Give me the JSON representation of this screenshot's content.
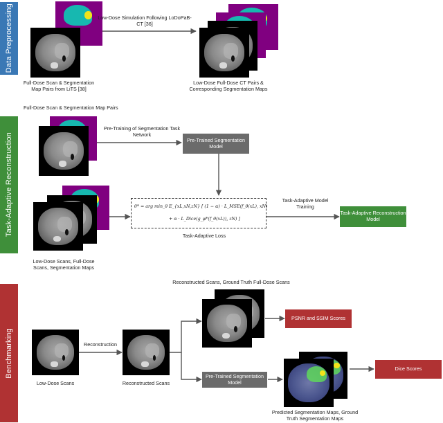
{
  "bands": [
    {
      "label": "Data Preprocessing",
      "color": "#3a78b5"
    },
    {
      "label": "Task-Adaptive Reconstruction",
      "color": "#3f8f3a"
    },
    {
      "label": "Benchmarking",
      "color": "#b03233"
    }
  ],
  "preprocessing": {
    "input_caption": "Full-Dose Scan & Segmentation Map Pairs from LiTS [38]",
    "arrow_caption": "Low-Dose Simulation Following LoDoPaB-CT [36]",
    "output_caption": "Low-Dose Full-Dose CT Pairs & Corresponding Segmentation Maps"
  },
  "reconstruction": {
    "pairs_caption": "Full-Dose Scan & Segmentation Map Pairs",
    "pretrain_caption": "Pre-Training of Segmentation Task Network",
    "pretrained_model": "Pre-Trained Segmentation Model",
    "triplets_caption": "Low-Dose Scans, Full-Dose Scans, Segmentation Maps",
    "loss_line1": "θ* = arg min_θ E_{xL,xN,zN} [ (1 − α) · L_MSE(f_θ(xL), xN)",
    "loss_line2": "+ α · L_Dice(g_φ*(f_θ(xL)), zN) ]",
    "loss_caption": "Task-Adaptive Loss",
    "training_caption": "Task-Adaptive Model Training",
    "ta_model": "Task-Adaptive Reconstruction Model"
  },
  "benchmarking": {
    "recon_gt_caption": "Reconstructed Scans, Ground Truth Full-Dose Scans",
    "lowdose_caption": "Low-Dose Scans",
    "reconstruction_caption": "Reconstruction",
    "reconstructed_caption": "Reconstructed Scans",
    "psnr_box": "PSNR and SSIM Scores",
    "pretrained_model": "Pre-Trained Segmentation Model",
    "dice_box": "Dice Scores",
    "pred_caption": "Predicted Segmentation Maps, Ground Truth Segmentation Maps"
  },
  "colors": {
    "gray_box": "#6b6b6b",
    "green_box": "#3f8f3a",
    "red_box": "#b03233",
    "seg_purple": "#800080",
    "liver_cyan": "#17b8b0",
    "tumor_yellow": "#f2e31a"
  }
}
